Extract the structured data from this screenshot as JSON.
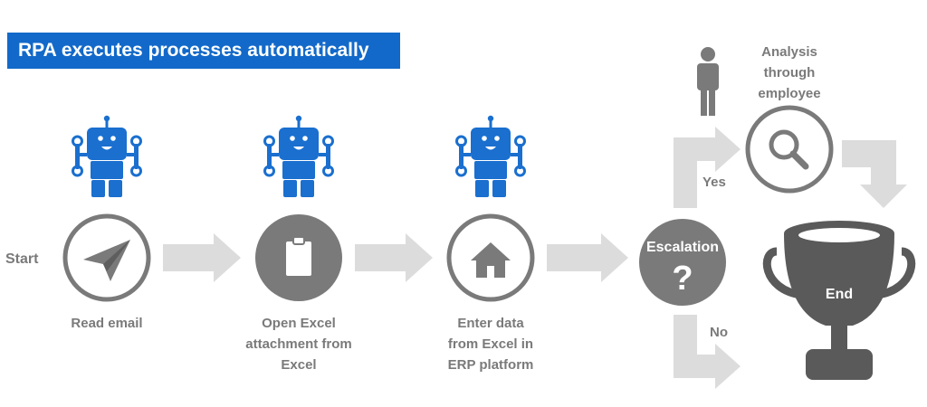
{
  "title": "RPA executes processes automatically",
  "labels": {
    "start": "Start",
    "read_email": "Read email",
    "open_excel": "Open Excel\nattachment from\nExcel",
    "enter_data": "Enter data\nfrom Excel in\nERP platform",
    "escalation": "Escalation",
    "question": "?",
    "yes": "Yes",
    "no": "No",
    "analysis": "Analysis\nthrough\nemployee",
    "end": "End"
  },
  "colors": {
    "banner": "#1269c9",
    "robot": "#1a6fcf",
    "circle": "#7a7a7a",
    "arrow": "#dcdcdc",
    "text": "#7a7a7a",
    "trophy": "#5a5a5a"
  },
  "icons": {
    "robots": [
      "robot-icon",
      "robot-icon",
      "robot-icon"
    ],
    "steps": [
      "paper-plane-icon",
      "clipboard-icon",
      "home-icon",
      "question-icon",
      "magnifier-icon",
      "trophy-icon",
      "person-icon"
    ]
  }
}
